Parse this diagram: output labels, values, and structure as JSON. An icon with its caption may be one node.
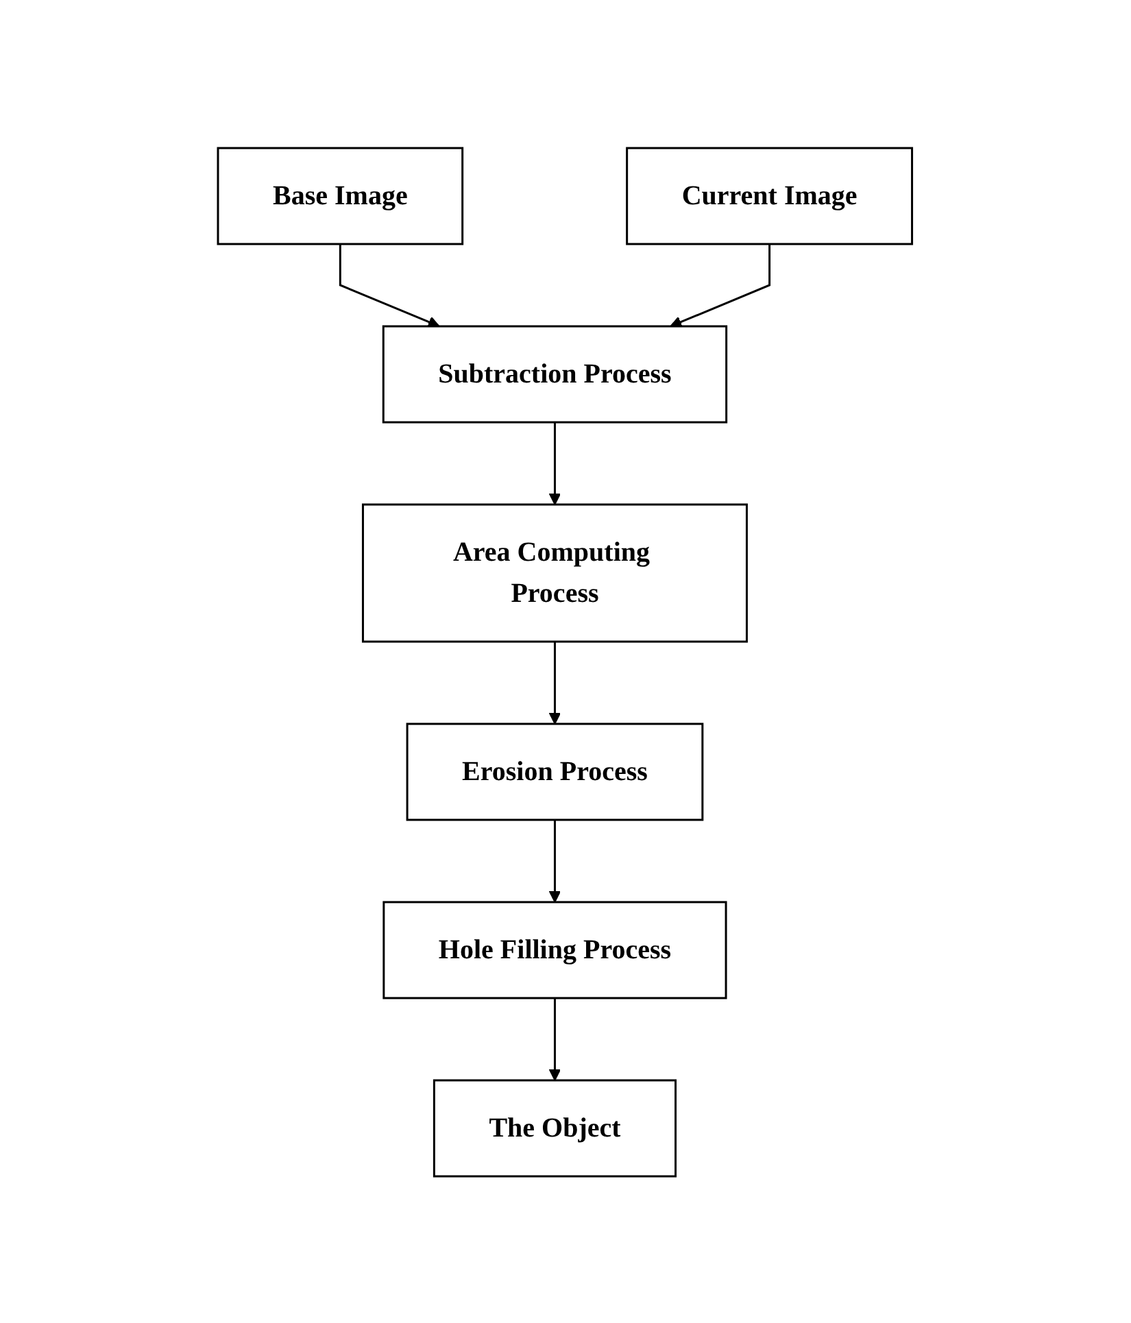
{
  "diagram": {
    "nodes": [
      {
        "text": [
          "Base Image"
        ]
      },
      {
        "text": [
          "Current Image"
        ]
      },
      {
        "text": [
          "Subtraction Process"
        ]
      },
      {
        "text": [
          "Area Computing Process"
        ]
      },
      {
        "text": [
          "Erosion Process"
        ]
      },
      {
        "text": [
          "Hole Filling Process"
        ]
      },
      {
        "text": [
          "The Object"
        ]
      }
    ],
    "edges": [
      {
        "from": 0,
        "to": 2,
        "arrow": "to"
      },
      {
        "from": 1,
        "to": 2,
        "arrow": "to"
      },
      {
        "from": 2,
        "to": 3,
        "arrow": "to"
      },
      {
        "from": 3,
        "to": 4,
        "arrow": "to"
      },
      {
        "from": 4,
        "to": 5,
        "arrow": "to"
      },
      {
        "from": 5,
        "to": 6,
        "arrow": "to"
      }
    ]
  }
}
